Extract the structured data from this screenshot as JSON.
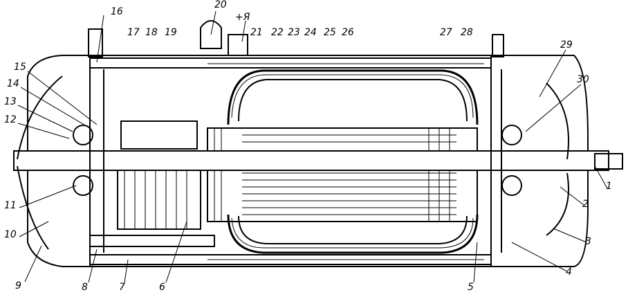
{
  "labels": {
    "l1": "1",
    "l2": "2",
    "l3": "3",
    "l4": "4",
    "l5": "5",
    "l6": "6",
    "l7": "7",
    "l8": "8",
    "l9": "9",
    "l10": "10",
    "l11": "11",
    "l12": "12",
    "l13": "13",
    "l14": "14",
    "l15": "15",
    "l16": "16",
    "l17": "17",
    "l18": "18",
    "l19": "19",
    "l20": "20",
    "lplus": "+Я",
    "l21": "21",
    "l22": "22",
    "l23": "23",
    "l24": "24",
    "l25": "25",
    "l26": "26",
    "l27": "27",
    "l28": "28",
    "l29": "29",
    "l30": "30"
  }
}
